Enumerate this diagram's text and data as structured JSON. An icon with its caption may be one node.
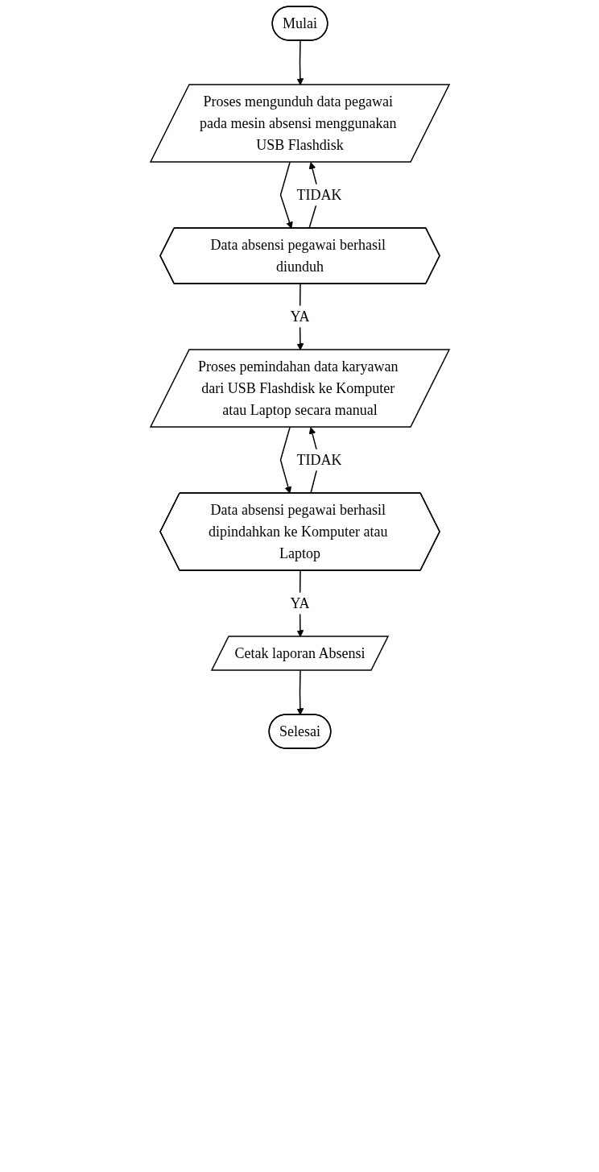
{
  "diagram": {
    "nodes": [
      {
        "text": [
          "Mulai"
        ]
      },
      {
        "text": [
          "Proses mengunduh data pegawai pada mesin absensi menggunakan USB Flashdisk"
        ]
      },
      {
        "text": [
          "Data absensi pegawai berhasil diunduh"
        ]
      },
      {
        "text": [
          "Proses pemindahan data karyawan dari USB Flashdisk ke Komputer atau Laptop secara manual"
        ]
      },
      {
        "text": [
          "Data absensi pegawai berhasil dipindahkan ke Komputer atau Laptop"
        ]
      },
      {
        "text": [
          "Cetak laporan Absensi"
        ]
      },
      {
        "text": [
          "Selesai"
        ]
      }
    ],
    "edges": [
      {
        "from": 0,
        "to": 1,
        "arrow": "to"
      },
      {
        "from": 1,
        "to": 2,
        "arrow": "to"
      },
      {
        "from": 2,
        "to": 3,
        "arrow": "to",
        "label": "YA"
      },
      {
        "from": 2,
        "to": 1,
        "arrow": "to",
        "label": "TIDAK"
      },
      {
        "from": 3,
        "to": 4,
        "arrow": "to"
      },
      {
        "from": 4,
        "to": 3,
        "arrow": "to",
        "label": "TIDAK"
      },
      {
        "from": 4,
        "to": 5,
        "arrow": "to",
        "label": "YA"
      },
      {
        "from": 5,
        "to": 6,
        "arrow": "to"
      }
    ]
  }
}
